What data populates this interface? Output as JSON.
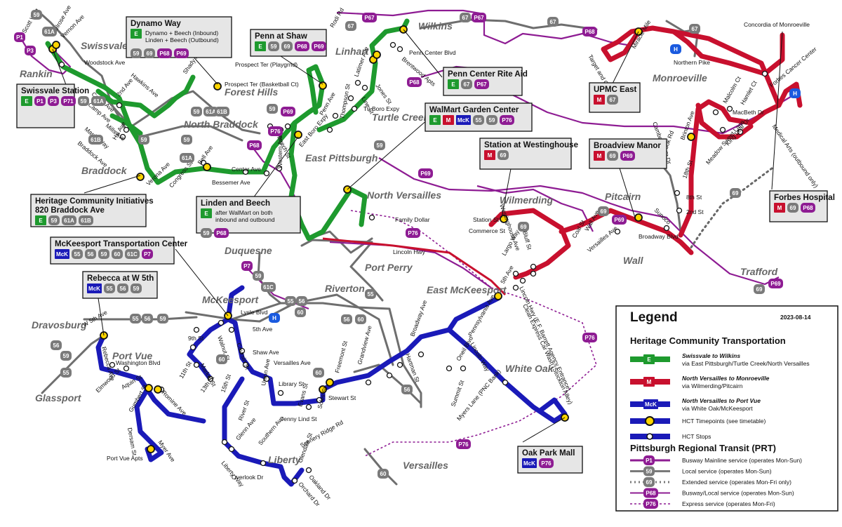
{
  "colors": {
    "hct_e": "#1e9a2e",
    "hct_m": "#c8102e",
    "hct_mck": "#1a1ab8",
    "busway": "#8e1c93",
    "local": "#7a7a7a",
    "route_grey_line": "#666666"
  },
  "places": [
    "Swissvale",
    "Rankin",
    "Forest Hills",
    "North Braddock",
    "Braddock",
    "Linhart",
    "Wilkins",
    "Turtle Creek",
    "East Pittsburgh",
    "North Versailles",
    "Monroeville",
    "Wilmerding",
    "Pitcairn",
    "Wall",
    "Trafford",
    "Duquesne",
    "Port Perry",
    "Riverton",
    "East McKeesport",
    "McKeesport",
    "Dravosburg",
    "Port Vue",
    "Glassport",
    "White Oak",
    "Liberty",
    "Versailles"
  ],
  "streets": [
    "Scott Way",
    "Melrose Ave",
    "Vernon Ave",
    "Woodstock Ave",
    "Hawkins Ave",
    "Corey Ave",
    "2nd Ave",
    "Camp Ave",
    "Mills Ave",
    "Maple Way",
    "Hill Ave",
    "Braddock Ave",
    "Shady Park Place Apts",
    "Prospect Ter (Playgrnd)",
    "Prospect Ter (Basketball Ct)",
    "Bell Ave",
    "Congress St",
    "Verona Ave",
    "Center Ave",
    "Bessemer Ave",
    "Western Ave",
    "Beech St",
    "East Boro Expy",
    "Penn Ave",
    "Thompson St",
    "Latimer Ave",
    "Jones St",
    "Line St",
    "Tri Boro Expy",
    "Penn Center Blvd",
    "Brentwood Apts",
    "Rodi Rd",
    "Family Dollar",
    "Lincoln Hwy",
    "Station St",
    "Commerce St",
    "Westinghouse Ave",
    "Bluff St",
    "Largo Way",
    "Coal St",
    "Wall Ave",
    "Versailles Ave",
    "Sunoco",
    "Broadway Blvd",
    "8th St",
    "2nd St",
    "18th St",
    "Brinton Ave",
    "Tillbrook Rd",
    "Cambridge St Dr",
    "Malcolm Ct",
    "Hamlet Ct",
    "MacBeth Dr",
    "Meadow Sweet Lane",
    "King Lear Dr",
    "Medical Arts (outbound only)",
    "Forbes Cancer Center",
    "Concordia of Monroeville",
    "Miracle Mile",
    "Northern Pike",
    "Target and Giant Eagle",
    "5th Ave",
    "Lincoln Hwy (E.F. Barrett Agency Entrance)",
    "Clean Express Car Wash (Stockton Alley)",
    "Pennsylvania Ave",
    "Lincoln Way",
    "Oneil Blvd",
    "Summit St",
    "Myers Lane (PNC Bank)",
    "Broadway Ave",
    "Hartman St",
    "Grandview Ave",
    "Freemont St",
    "Stewart St",
    "Soles St",
    "Evans St",
    "Jenny Lind St",
    "Library St",
    "Versailles Ave",
    "Shaw Ave",
    "5th Ave",
    "Coursin St",
    "Walnut St",
    "Lysle Blvd",
    "Union Ave",
    "15th St",
    "River St",
    "Glenn Ave",
    "Southern Ave",
    "Scenery Ridge Rd",
    "Glendale St",
    "Oakland Dr",
    "Orchard Dr",
    "Liberty Way",
    "Overlook Dr",
    "11th St",
    "13th St",
    "9th St",
    "Market St",
    "W 5th Ave",
    "Rebecca Ave",
    "Washington Blvd",
    "Elmwood St",
    "Aquin St",
    "Gumbert St",
    "Romine Ave",
    "Dersam St",
    "Myer Ave",
    "Port Vue Apts"
  ],
  "callouts": [
    {
      "title": "Dynamo Way",
      "lines": [
        "Dynamo + Beech (Inbound)",
        "Linden + Beech (Outbound)"
      ],
      "badges": [
        "E"
      ],
      "routes": [
        "59",
        "69",
        "P68",
        "P69"
      ]
    },
    {
      "title": "Penn at Shaw",
      "badges": [
        "E"
      ],
      "routes": [
        "59",
        "69",
        "P68",
        "P69"
      ]
    },
    {
      "title": "Swissvale Station",
      "badges": [
        "E",
        "P1",
        "P3",
        "P71"
      ],
      "routes": [
        "59",
        "61A"
      ]
    },
    {
      "title": "Penn Center Rite Aid",
      "badges": [
        "E"
      ],
      "routes": [
        "67",
        "P67"
      ]
    },
    {
      "title": "WalMart Garden Center",
      "badges": [
        "E",
        "M",
        "McK"
      ],
      "routes": [
        "55",
        "59",
        "P76"
      ]
    },
    {
      "title": "Station at Westinghouse",
      "badges": [
        "M"
      ],
      "routes": [
        "69"
      ]
    },
    {
      "title": "Broadview Manor",
      "badges": [
        "M"
      ],
      "routes": [
        "69",
        "P69"
      ]
    },
    {
      "title": "UPMC East",
      "badges": [
        "M"
      ],
      "routes": [
        "67"
      ]
    },
    {
      "title": "Forbes Hospital",
      "badges": [
        "M"
      ],
      "routes": [
        "69",
        "P68"
      ]
    },
    {
      "title": "Heritage Community Initiatives",
      "title2": "820 Braddock Ave",
      "badges": [
        "E"
      ],
      "routes": [
        "59",
        "61A",
        "61B"
      ]
    },
    {
      "title": "Linden and Beech",
      "lines": [
        "after WalMart on both",
        "inbound and outbound"
      ],
      "badges": [
        "E"
      ],
      "routes": [
        "59",
        "P68"
      ]
    },
    {
      "title": "McKeesport Transportation Center",
      "badges": [
        "McK"
      ],
      "routes": [
        "55",
        "56",
        "59",
        "60",
        "61C",
        "P7"
      ]
    },
    {
      "title": "Rebecca at W 5th",
      "badges": [
        "McK"
      ],
      "routes": [
        "55",
        "56",
        "59"
      ]
    },
    {
      "title": "Oak Park Mall",
      "badges": [
        "McK"
      ],
      "routes": [
        "P76"
      ]
    }
  ],
  "legend": {
    "title": "Legend",
    "date": "2023-08-14",
    "section1": "Heritage Community Transportation",
    "hct": [
      {
        "badge": "E",
        "name": "Swissvale to Wilkins",
        "desc": "via East Pittsburgh/Turtle Creek/North Versailles"
      },
      {
        "badge": "M",
        "name": "North Versailles to Monroeville",
        "desc": "via Wilmerding/Pitcairn"
      },
      {
        "badge": "McK",
        "name": "North Versailles to Port Vue",
        "desc": "via White Oak/McKeesport"
      }
    ],
    "timepoints": "HCT Timepoints (see timetable)",
    "stops": "HCT Stops",
    "section2": "Pittsburgh Regional Transit (PRT)",
    "prt": [
      {
        "badge": "P1",
        "desc": "Busway Mainline service (operates Mon-Sun)"
      },
      {
        "badge": "59",
        "desc": "Local service (operates Mon-Sun)"
      },
      {
        "badge": "69",
        "desc": "Extended service (operates Mon-Fri only)"
      },
      {
        "badge": "P68",
        "desc": "Busway/Local service (operates Mon-Sun)"
      },
      {
        "badge": "P76",
        "desc": "Express service (operates Mon-Fri)"
      }
    ]
  },
  "map_badges": [
    "59",
    "61A",
    "61B",
    "61C",
    "67",
    "P67",
    "P68",
    "P69",
    "P76",
    "P7",
    "P1",
    "P3",
    "55",
    "56",
    "60",
    "69",
    "H"
  ]
}
